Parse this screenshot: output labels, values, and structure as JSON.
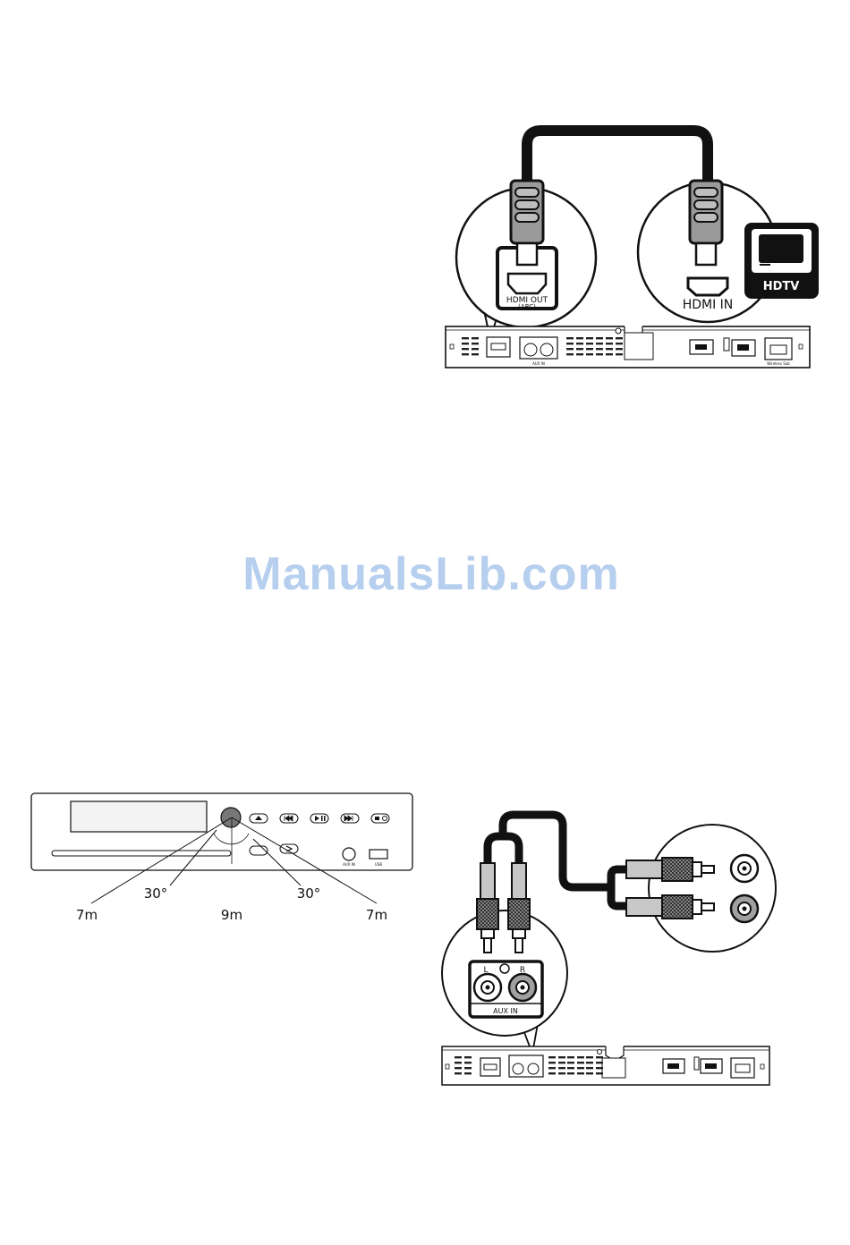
{
  "hdmi_diagram": {
    "soundbar_port_label_line1": "HDMI OUT",
    "soundbar_port_label_line2": "(ARC)",
    "tv_port_label": "HDMI IN",
    "tv_label": "HDTV"
  },
  "aux_diagram": {
    "left_channel": "L",
    "right_channel": "R",
    "port_label": "AUX IN"
  },
  "rear_panel": {
    "aux_label": "AUX IN",
    "wireless_label": "Wireless Sub"
  },
  "remote_range": {
    "angle_left": "30°",
    "angle_right": "30°",
    "distance_left": "7m",
    "distance_center": "9m",
    "distance_right": "7m"
  },
  "front_panel": {
    "aux_label": "AUX IN",
    "usb_label": "USB"
  },
  "watermark": "ManualsLib.com"
}
